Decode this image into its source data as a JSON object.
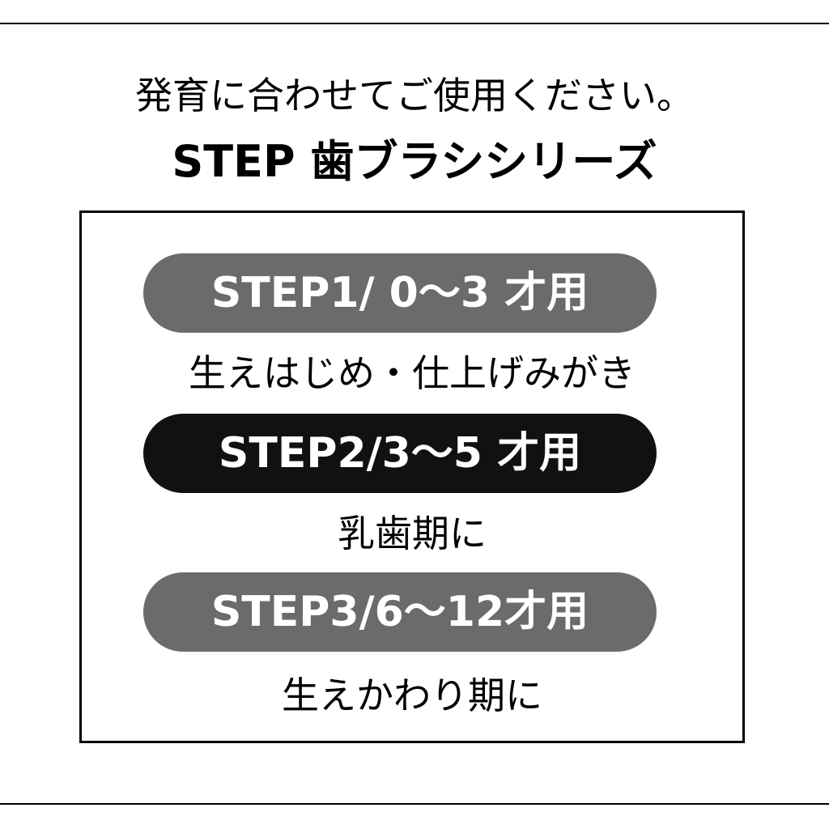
{
  "header": {
    "subtitle": "発育に合わせてご使用ください。",
    "title": "STEP 歯ブラシシリーズ"
  },
  "steps": [
    {
      "label": "STEP1/ 0〜3 才用",
      "description": "生えはじめ・仕上げみがき",
      "color": "#6b6b6b"
    },
    {
      "label": "STEP2/3〜5 才用",
      "description": "乳歯期に",
      "color": "#111111"
    },
    {
      "label": "STEP3/6〜12才用",
      "description": "生えかわり期に",
      "color": "#6b6b6b"
    }
  ]
}
